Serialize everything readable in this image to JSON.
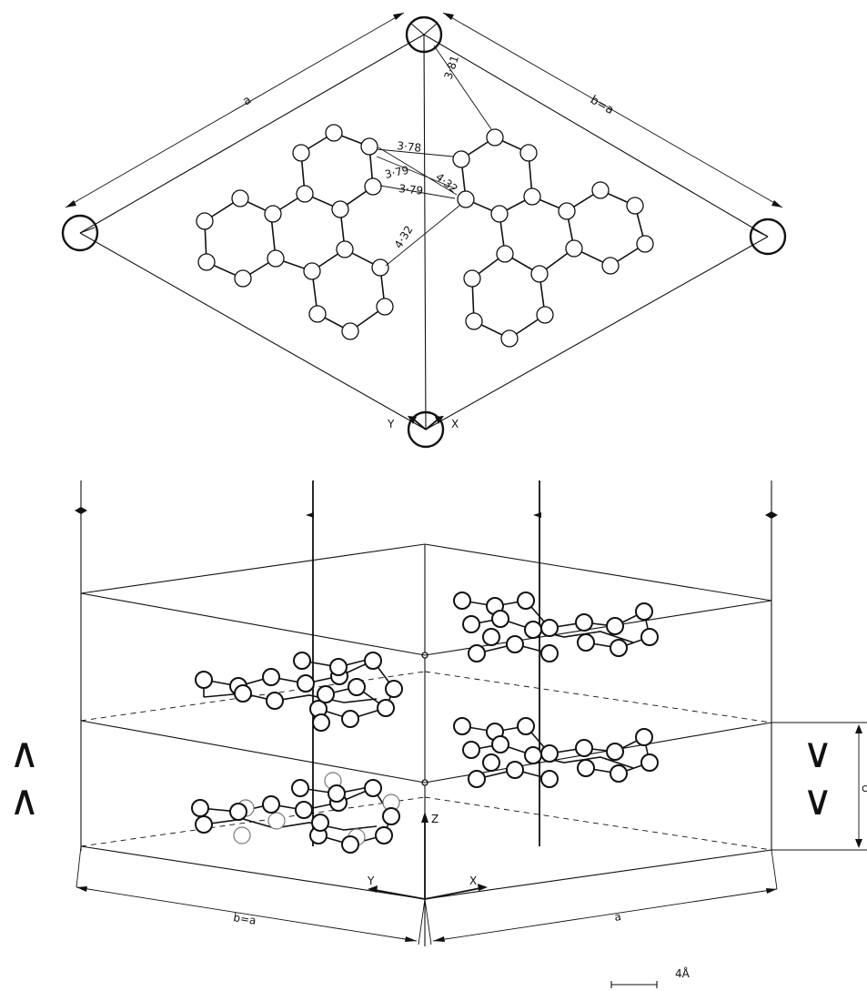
{
  "top_view": {
    "axis_label_a": "a",
    "axis_label_b": "b=a",
    "distances": [
      "3·81",
      "3·78",
      "3·79",
      "3·79",
      "4·32",
      "4·32"
    ],
    "origin_x_label": "X",
    "origin_y_label": "Y"
  },
  "bottom_view": {
    "z_label": "Z",
    "x_label": "X",
    "y_label": "Y",
    "base_a_label": "a",
    "base_b_label": "b=a",
    "height_label": "c",
    "symmetry_marks_left": [
      "∧",
      "∧"
    ],
    "symmetry_marks_right": [
      "∨",
      "∨"
    ]
  },
  "scale_bar": {
    "label": "4Å"
  }
}
